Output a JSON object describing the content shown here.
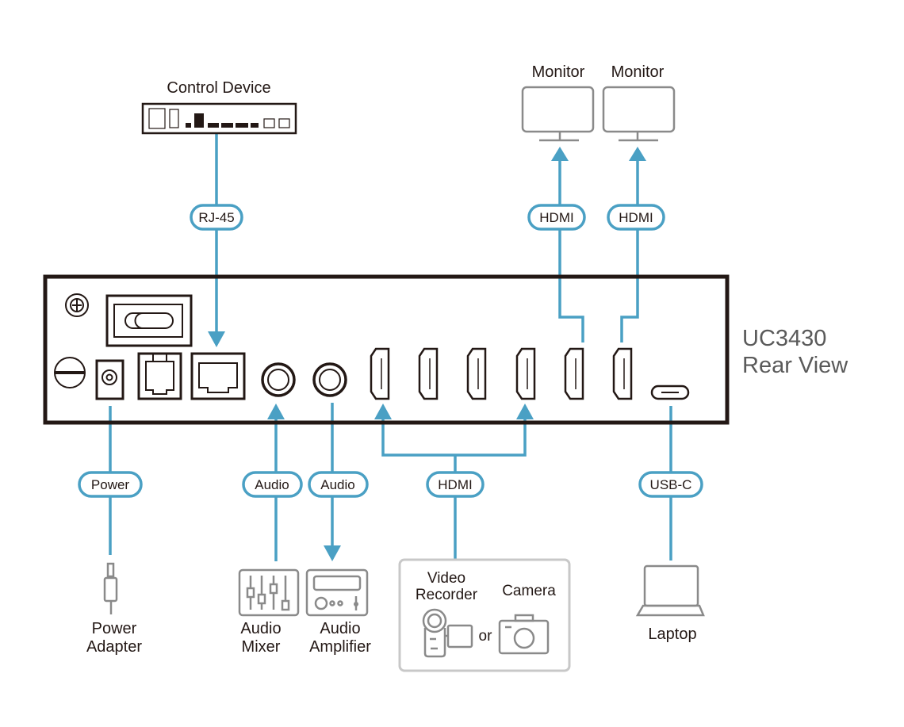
{
  "title": "UC3430 Rear View connection diagram",
  "device": {
    "model": "UC3430",
    "view": "Rear View"
  },
  "colors": {
    "cable": "#4aa0c4",
    "device_outline": "#231815",
    "peripheral": "#8a8a8a",
    "title_text": "#5a5a5a"
  },
  "peripherals": {
    "control_device": "Control Device",
    "monitor_1": "Monitor",
    "monitor_2": "Monitor",
    "power_adapter_line1": "Power",
    "power_adapter_line2": "Adapter",
    "audio_mixer_line1": "Audio",
    "audio_mixer_line2": "Mixer",
    "audio_amplifier_line1": "Audio",
    "audio_amplifier_line2": "Amplifier",
    "video_recorder_line1": "Video",
    "video_recorder_line2": "Recorder",
    "or": "or",
    "camera": "Camera",
    "laptop": "Laptop"
  },
  "cables": {
    "rj45": "RJ-45",
    "hdmi_out_1": "HDMI",
    "hdmi_out_2": "HDMI",
    "power": "Power",
    "audio_in": "Audio",
    "audio_out": "Audio",
    "hdmi_in": "HDMI",
    "usbc": "USB-C"
  }
}
